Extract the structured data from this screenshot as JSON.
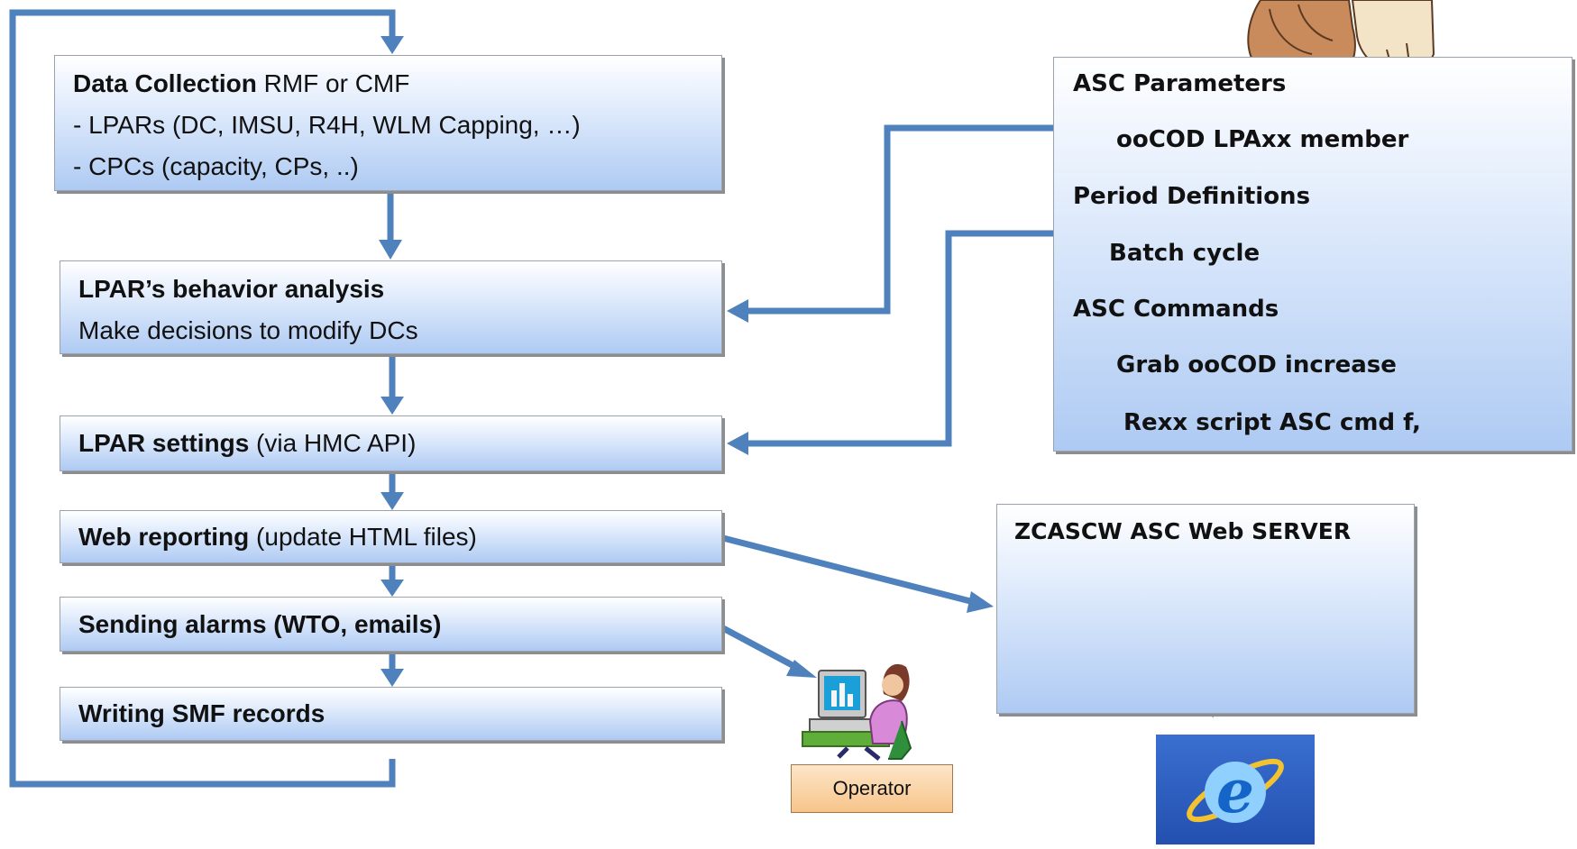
{
  "flow": {
    "data_collection": {
      "title": "Data Collection",
      "suffix": " RMF or CMF",
      "line2": "- LPARs (DC, IMSU, R4H, WLM Capping, …)",
      "line3": "- CPCs (capacity,  CPs, ..)"
    },
    "behavior": {
      "title": "LPAR’s behavior analysis",
      "line2": "Make  decisions to modify DCs"
    },
    "settings": {
      "title": "LPAR settings",
      "suffix": " (via HMC API)"
    },
    "web": {
      "title": "Web reporting",
      "suffix": " (update HTML files)"
    },
    "alarms": {
      "title": "Sending alarms (WTO, emails)"
    },
    "smf": {
      "title": "Writing SMF records"
    }
  },
  "asc_panel": {
    "lines": [
      "ASC Parameters",
      "ooCOD LPAxx member",
      "Period Definitions",
      "Batch cycle",
      "ASC Commands",
      "Grab ooCOD increase",
      "Rexx script ASC cmd f,"
    ]
  },
  "web_server": {
    "title": "ZCASCW ASC Web SERVER"
  },
  "operator": {
    "label": "Operator"
  },
  "icons": [
    "operator-computer-icon",
    "internet-explorer-icon",
    "person-at-desk-icon"
  ],
  "colors": {
    "arrow": "#4f81bd",
    "box_top": "#ffffff",
    "box_bottom": "#aecaf3",
    "operator_box": "#f7c48a"
  }
}
